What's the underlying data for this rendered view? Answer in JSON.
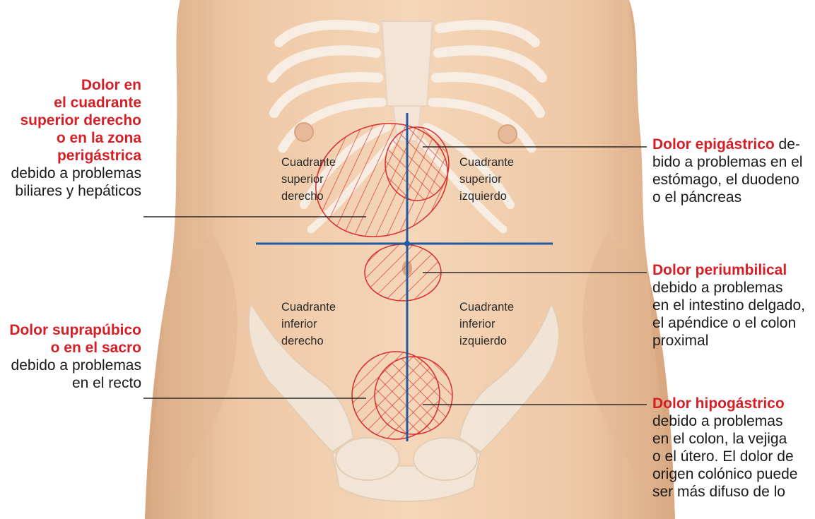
{
  "colors": {
    "skin": "#f0cfae",
    "skin_shadow": "#d9ab85",
    "bone": "#f6ece1",
    "axis_line": "#1f5aa6",
    "hatch": "#d92b2b",
    "callout_title": "#d51f26",
    "callout_text": "#1a1a1a"
  },
  "icons": [
    "torso-illustration",
    "rib-cage",
    "pelvis-bone"
  ],
  "quadrants": {
    "upper_right": [
      "Cuadrante",
      "superior",
      "derecho"
    ],
    "upper_left": [
      "Cuadrante",
      "superior",
      "izquierdo"
    ],
    "lower_right": [
      "Cuadrante",
      "inferior",
      "derecho"
    ],
    "lower_left": [
      "Cuadrante",
      "inferior",
      "izquierdo"
    ]
  },
  "callouts": {
    "ruq": {
      "title_lines": [
        "Dolor en",
        "el cuadrante",
        "superior derecho",
        "o en la zona",
        "perigástrica"
      ],
      "text_lines": [
        "debido a problemas",
        "biliares y hepáticos"
      ]
    },
    "suprapubic": {
      "title_lines": [
        "Dolor suprapúbico",
        "o en el sacro"
      ],
      "text_lines": [
        "debido a problemas",
        "en el recto"
      ]
    },
    "epigastric": {
      "title": "Dolor epigástrico",
      "first_tail": " de-",
      "text_lines": [
        "bido a problemas en el",
        "estómago, el duodeno",
        "o el páncreas"
      ]
    },
    "periumbilical": {
      "title": "Dolor periumbilical",
      "text_lines": [
        "debido a problemas",
        "en el intestino delgado,",
        "el apéndice o el colon",
        "proximal"
      ]
    },
    "hypogastric": {
      "title": "Dolor hipogástrico",
      "text_lines": [
        "debido a problemas",
        "en el colon, la vejiga",
        "o el útero. El dolor de",
        "origen colónico puede",
        "ser más difuso de lo"
      ]
    }
  }
}
